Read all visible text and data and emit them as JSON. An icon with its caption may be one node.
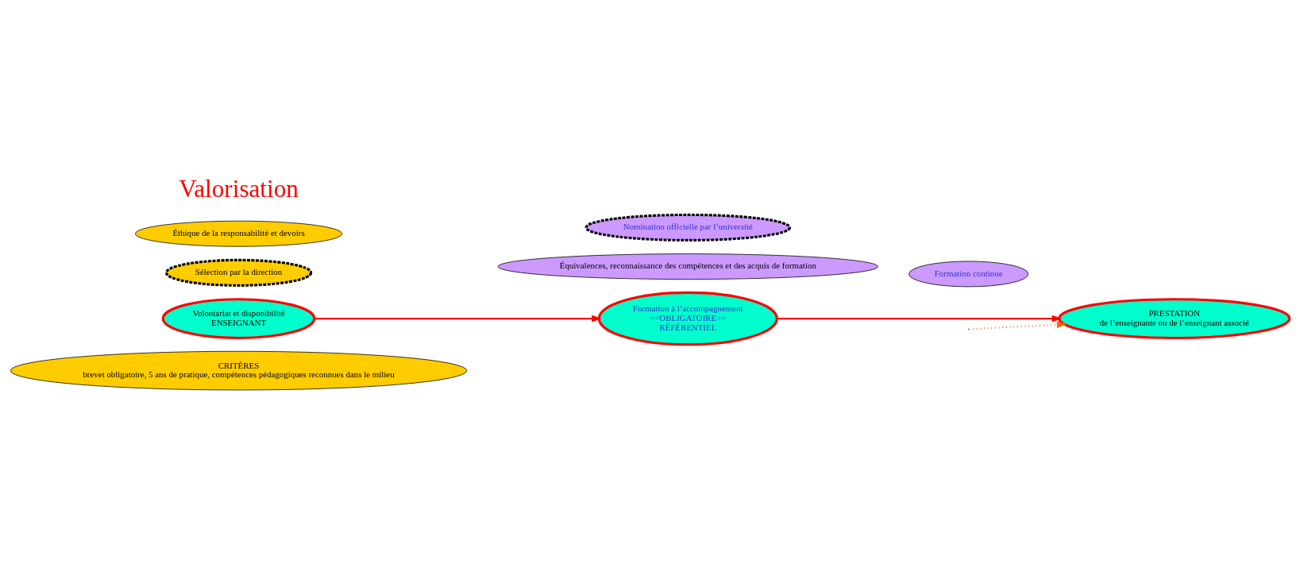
{
  "diagram": {
    "nodes": [
      {
        "text": [
          "CRITÈRES",
          "brevet obligatoire, 5 ans de pratique, compétences pédagogiques reconnues dans le milieu"
        ]
      },
      {
        "text": [
          "Volontariat et disponibilité",
          "ENSEIGNANT"
        ]
      },
      {
        "text": [
          "Sélection par la direction"
        ]
      },
      {
        "text": [
          "Éthique de la responsabilité et devoirs"
        ]
      },
      {
        "text": [
          "Équivalences, reconnaissance des compétences et des acquis de formation"
        ]
      },
      {
        "text": [
          "Formation à l’accompagnement",
          "<<OBLIGATOIRE>>",
          "RÉFÉRENTIEL"
        ]
      },
      {
        "text": [
          "Nomination officielle par l’université"
        ]
      },
      {
        "text": [
          "PRESTATION",
          "de l’enseignante ou de l’enseignant associé"
        ]
      },
      {
        "text": [
          "Formation continue"
        ]
      }
    ],
    "edges": [
      {
        "from": 1,
        "to": 5,
        "arrow": "to"
      },
      {
        "from": 5,
        "to": 7,
        "arrow": "to"
      },
      {
        "from": null,
        "to": 7,
        "arrow": "to",
        "style": "dashed",
        "color": "#ff6600"
      }
    ],
    "labels": [
      "Valorisation"
    ]
  }
}
